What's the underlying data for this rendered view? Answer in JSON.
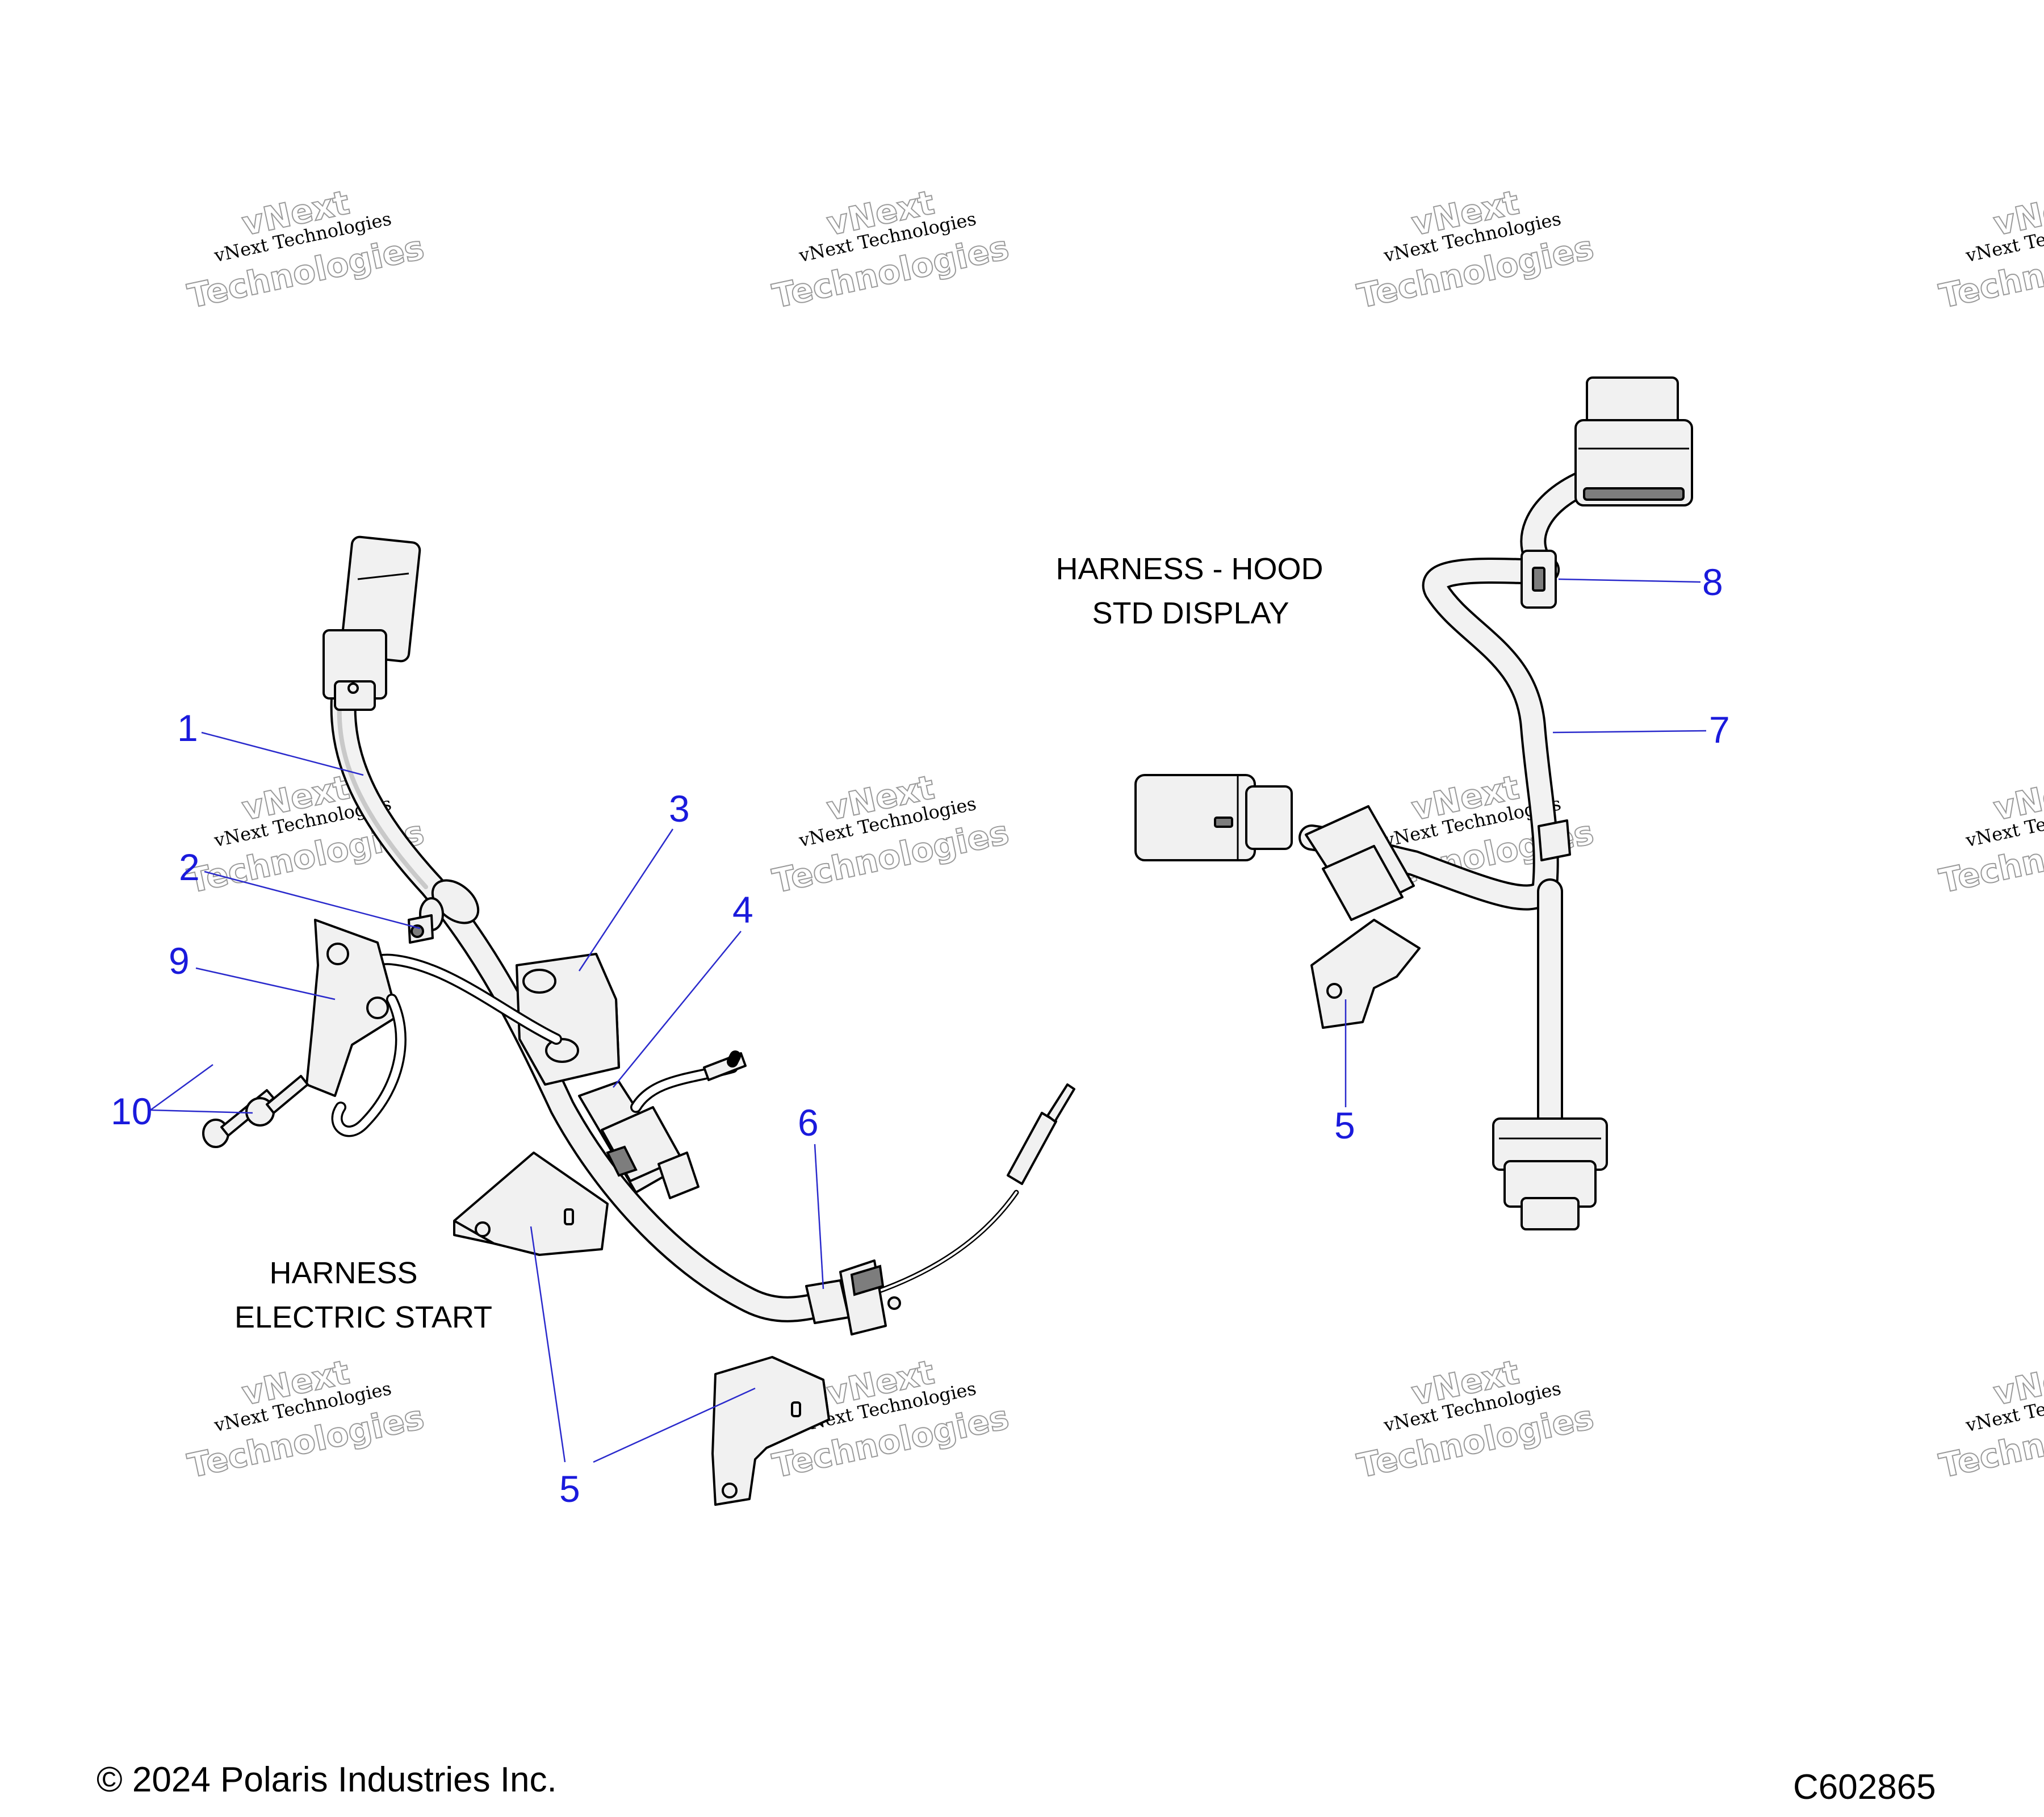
{
  "watermarks": {
    "line1": "vNext",
    "line2": "vNext Technologies",
    "line3": "Technologies"
  },
  "labels": {
    "harness_electric_start": [
      "HARNESS",
      "ELECTRIC START"
    ],
    "harness_hood": [
      "HARNESS - HOOD",
      "STD DISPLAY"
    ]
  },
  "callouts": {
    "c1": "1",
    "c2": "2",
    "c3": "3",
    "c4": "4",
    "c5_left": "5",
    "c6": "6",
    "c7": "7",
    "c8": "8",
    "c5_right": "5",
    "c9": "9",
    "c10": "10"
  },
  "footer": {
    "copyright": "© 2024 Polaris Industries Inc.",
    "drawing_id": "C602865"
  },
  "colors": {
    "callout": "#1a1adc",
    "leader": "#2a2acc",
    "linework": "#000000"
  }
}
